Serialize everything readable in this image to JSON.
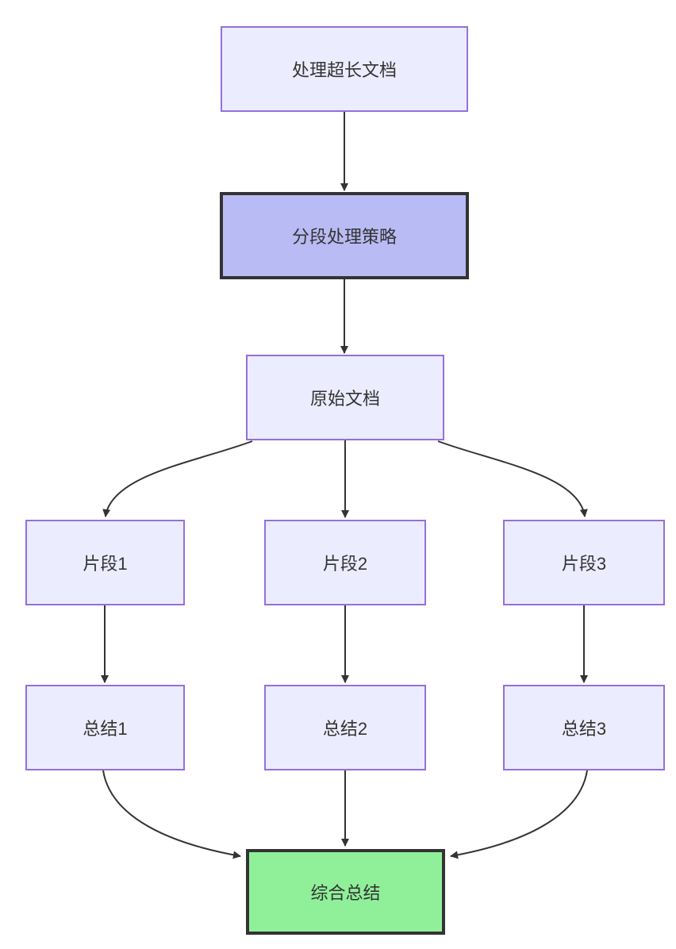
{
  "diagram": {
    "type": "flowchart",
    "direction": "top-down",
    "nodes": [
      {
        "id": "A",
        "label": "处理超长文档",
        "style": "default"
      },
      {
        "id": "B",
        "label": "分段处理策略",
        "style": "emphasis"
      },
      {
        "id": "C",
        "label": "原始文档",
        "style": "default"
      },
      {
        "id": "D1",
        "label": "片段1",
        "style": "default"
      },
      {
        "id": "D2",
        "label": "片段2",
        "style": "default"
      },
      {
        "id": "D3",
        "label": "片段3",
        "style": "default"
      },
      {
        "id": "E1",
        "label": "总结1",
        "style": "default"
      },
      {
        "id": "E2",
        "label": "总结2",
        "style": "default"
      },
      {
        "id": "E3",
        "label": "总结3",
        "style": "default"
      },
      {
        "id": "F",
        "label": "综合总结",
        "style": "success"
      }
    ],
    "edges": [
      {
        "from": "处理超长文档",
        "to": "分段处理策略"
      },
      {
        "from": "分段处理策略",
        "to": "原始文档"
      },
      {
        "from": "原始文档",
        "to": "片段1"
      },
      {
        "from": "原始文档",
        "to": "片段2"
      },
      {
        "from": "原始文档",
        "to": "片段3"
      },
      {
        "from": "片段1",
        "to": "总结1"
      },
      {
        "from": "片段2",
        "to": "总结2"
      },
      {
        "from": "片段3",
        "to": "总结3"
      },
      {
        "from": "总结1",
        "to": "综合总结"
      },
      {
        "from": "总结2",
        "to": "综合总结"
      },
      {
        "from": "总结3",
        "to": "综合总结"
      }
    ],
    "colors": {
      "node_fill": "#ECECFF",
      "node_border": "#9370DB",
      "emphasis_fill": "#B9BBF4",
      "emphasis_border": "#333333",
      "success_fill": "#90F09A",
      "success_border": "#333333",
      "arrow": "#333333",
      "text": "#333333",
      "background": "#FFFFFF"
    }
  }
}
